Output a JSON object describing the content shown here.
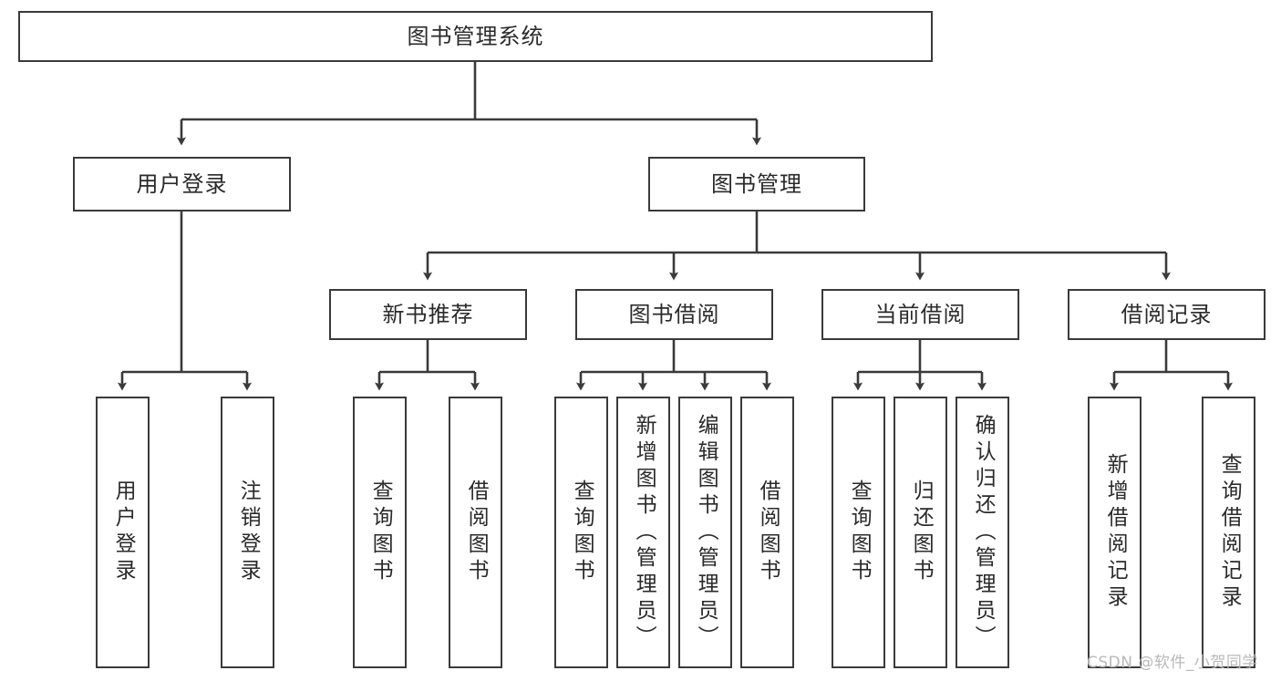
{
  "diagram": {
    "title": "图书管理系统",
    "type": "tree-hierarchy-diagram",
    "colors": {
      "border": "#3a3a3a",
      "background": "#ffffff",
      "text": "#2a2a2a",
      "watermark": "#b9b9b9"
    },
    "root": {
      "label": "图书管理系统"
    },
    "level2": [
      {
        "label": "用户登录"
      },
      {
        "label": "图书管理"
      }
    ],
    "level3": [
      {
        "label": "新书推荐"
      },
      {
        "label": "图书借阅"
      },
      {
        "label": "当前借阅"
      },
      {
        "label": "借阅记录"
      }
    ],
    "leaves": {
      "user_login": [
        {
          "label": "用户登录"
        },
        {
          "label": "注销登录"
        }
      ],
      "new_book": [
        {
          "label": "查询图书"
        },
        {
          "label": "借阅图书"
        }
      ],
      "book_borrow": [
        {
          "label": "查询图书"
        },
        {
          "label": "新增图书（管理员）"
        },
        {
          "label": "编辑图书（管理员）"
        },
        {
          "label": "借阅图书"
        }
      ],
      "current_borrow": [
        {
          "label": "查询图书"
        },
        {
          "label": "归还图书"
        },
        {
          "label": "确认归还（管理员）"
        }
      ],
      "borrow_record": [
        {
          "label": "新增借阅记录"
        },
        {
          "label": "查询借阅记录"
        }
      ]
    },
    "watermark": "CSDN @软件_小贺同学"
  }
}
